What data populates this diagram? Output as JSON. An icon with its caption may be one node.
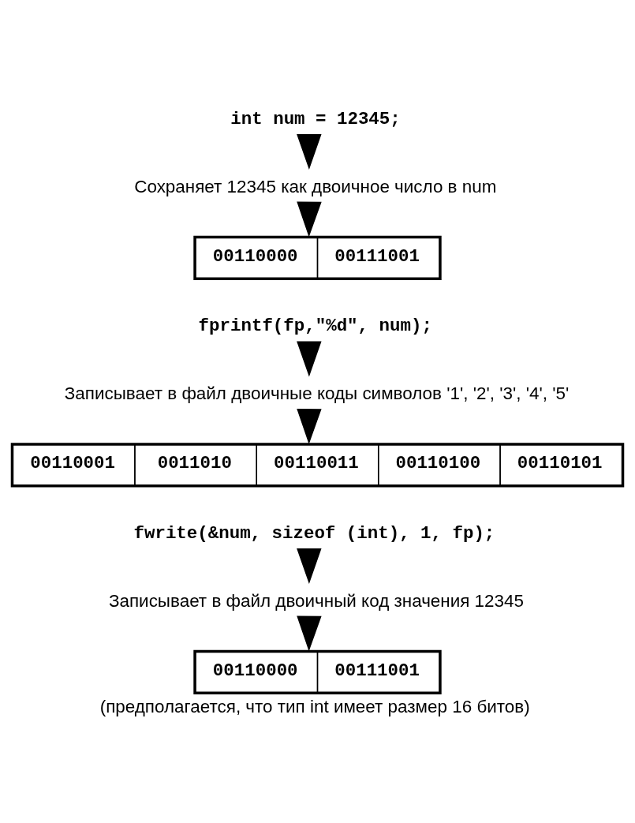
{
  "diagram": {
    "caption": "(предполагается, что тип int имеет размер 16 битов)",
    "nodes": [
      {
        "text": [
          "int num = 12345;"
        ]
      },
      {
        "text": [
          "Сохраняет 12345 как двоичное число в num"
        ]
      },
      {
        "text": [
          "00110000",
          "00111001"
        ]
      },
      {
        "text": [
          "fprintf(fp,\"%d\", num);"
        ]
      },
      {
        "text": [
          "Записывает в файл двоичные коды символов '1', '2', '3', '4', '5'"
        ]
      },
      {
        "text": [
          "00110001",
          "0011010",
          "00110011",
          "00110100",
          "00110101"
        ]
      },
      {
        "text": [
          "fwrite(&num, sizeof (int), 1, fp);"
        ]
      },
      {
        "text": [
          "Записывает в файл двоичный код значения 12345"
        ]
      },
      {
        "text": [
          "00110000",
          "00111001"
        ]
      }
    ],
    "edges": [
      {
        "from": 0,
        "to": 1,
        "arrow": "to"
      },
      {
        "from": 1,
        "to": 2,
        "arrow": "to"
      },
      {
        "from": 3,
        "to": 4,
        "arrow": "to"
      },
      {
        "from": 4,
        "to": 5,
        "arrow": "to"
      },
      {
        "from": 6,
        "to": 7,
        "arrow": "to"
      },
      {
        "from": 7,
        "to": 8,
        "arrow": "to"
      }
    ]
  }
}
